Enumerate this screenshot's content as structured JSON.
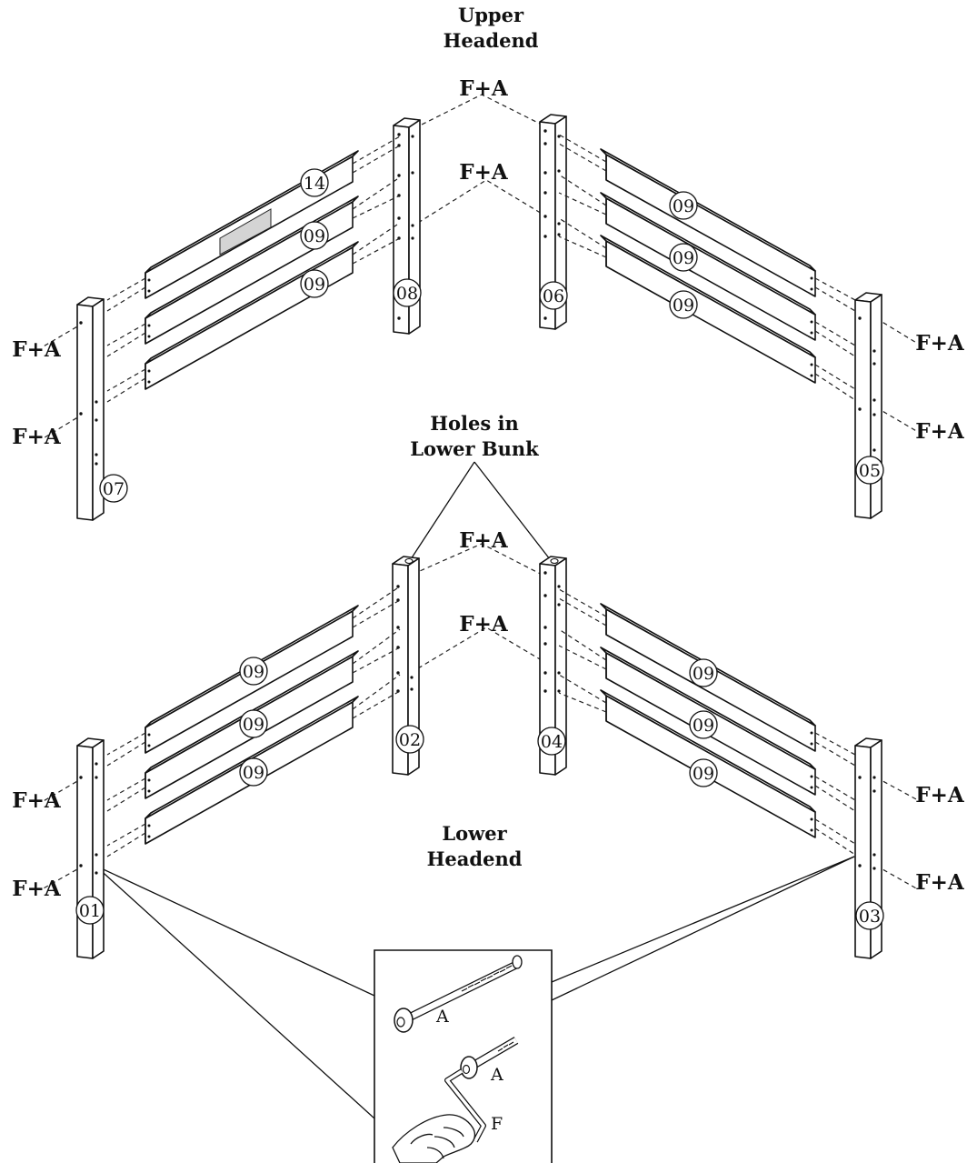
{
  "labels": {
    "upper_headend_line1": "Upper",
    "upper_headend_line2": "Headend",
    "holes_line1": "Holes in",
    "holes_line2": "Lower Bunk",
    "lower_headend_line1": "Lower",
    "lower_headend_line2": "Headend"
  },
  "fastener_label": "F+A",
  "parts": {
    "p01": "01",
    "p02": "02",
    "p03": "03",
    "p04": "04",
    "p05": "05",
    "p06": "06",
    "p07": "07",
    "p08": "08",
    "p09": "09",
    "p14": "14"
  },
  "hardware": {
    "bolt_label": "A",
    "wrench_label": "F"
  },
  "colors": {
    "ink": "#111111",
    "label_patch": "#d8d8d8",
    "background": "#ffffff"
  },
  "icons": [
    "bolt-icon",
    "allen-wrench-icon",
    "hand-icon"
  ]
}
